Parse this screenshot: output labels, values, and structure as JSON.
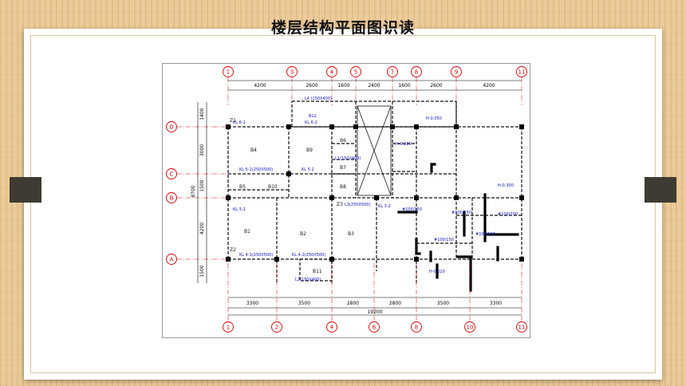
{
  "slide": {
    "title": "楼层结构平面图识读"
  },
  "drawing": {
    "top_axes": [
      "1",
      "3",
      "4",
      "5",
      "7",
      "8",
      "9",
      "11"
    ],
    "top_dims": [
      "4200",
      "2600",
      "1600",
      "2400",
      "1600",
      "2600",
      "4200"
    ],
    "bottom_axes": [
      "1",
      "2",
      "4",
      "6",
      "8",
      "10",
      "11"
    ],
    "bottom_dims": [
      "3300",
      "3500",
      "2800",
      "2800",
      "3500",
      "3300"
    ],
    "bottom_total": "19200",
    "left_axes": [
      "D",
      "C",
      "B",
      "A"
    ],
    "left_dims": [
      "1400",
      "3000",
      "1500",
      "4200",
      "1500"
    ],
    "left_total": "8700",
    "labels": {
      "l4": "L4 (250X400)",
      "b12": "B12",
      "kl6_2": "KL 6-2",
      "kl6_1": "KL 6-1",
      "h0": "H-0.050",
      "h1": "H-0.200",
      "h2": "H-0.300",
      "h3": "H-0.020",
      "b4": "B4",
      "b9": "B9",
      "b6": "B6",
      "b7": "B7",
      "b8": "B8",
      "b10": "B10",
      "b5": "B5",
      "b1": "B1",
      "b2": "B2",
      "b3": "B3",
      "b11": "B11",
      "kl5_1": "KL 5-1(250X500)",
      "kl5_2": "KL 5-2",
      "kl3_1": "KL 3-1",
      "kl3_2": "KL 3-2",
      "kl4_1": "KL 4-1(250X500)",
      "kl4_2": "KL 4-2(250X500)",
      "z1": "Z1",
      "z2": "Z2",
      "z3": "Z3",
      "l3": "L3(250X500)",
      "l2": "L2(150X400)",
      "l1": "L1(150X400)",
      "ref1": "#100/150",
      "ref2": "#100/150",
      "ref3": "#100/150",
      "ref4": "#100/200",
      "ref5": "#100/150"
    }
  }
}
